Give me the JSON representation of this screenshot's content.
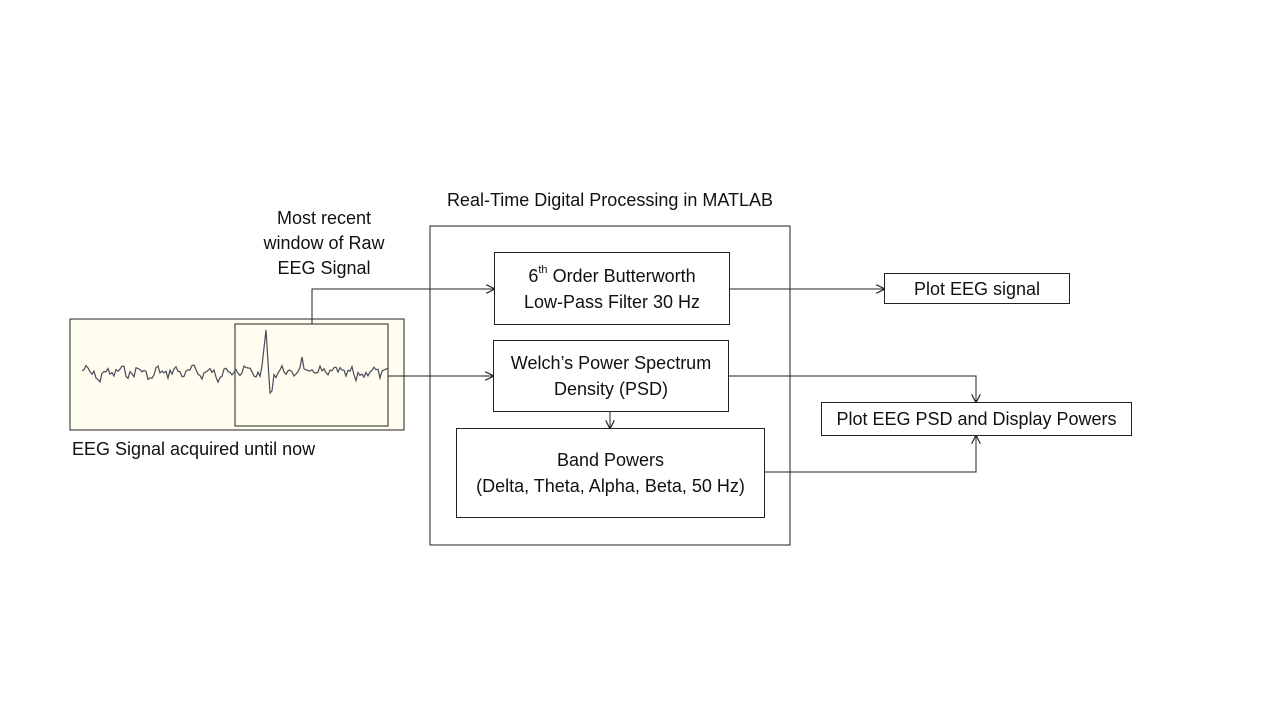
{
  "title": "Real-Time Digital Processing in MATLAB",
  "window_label": {
    "line1": "Most recent",
    "line2": "window of Raw",
    "line3": "EEG Signal"
  },
  "acquired_label": "EEG Signal acquired until now",
  "filter_block": {
    "order": "6",
    "order_suffix": "th",
    "line1_rest": " Order Butterworth",
    "line2": "Low-Pass Filter 30 Hz"
  },
  "psd_block": {
    "line1": "Welch’s Power Spectrum",
    "line2": "Density (PSD)"
  },
  "band_block": {
    "line1": "Band Powers",
    "line2": "(Delta, Theta, Alpha, Beta, 50 Hz)"
  },
  "plot_signal": "Plot EEG signal",
  "plot_psd": "Plot EEG PSD and Display Powers",
  "colors": {
    "line": "#222222",
    "signal_bg": "#fffdf0",
    "trace": "#4a4a5a"
  }
}
